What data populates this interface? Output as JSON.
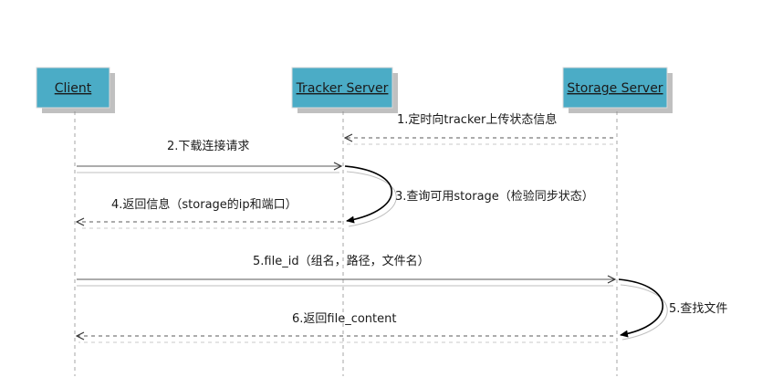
{
  "actors": {
    "client": "Client",
    "tracker": "Tracker Server",
    "storage": "Storage Server"
  },
  "messages": {
    "m1": "1.定时向tracker上传状态信息",
    "m2": "2.下载连接请求",
    "m3": "3.查询可用storage（检验同步状态）",
    "m4": "4.返回信息（storage的ip和端口）",
    "m5": "5.file_id（组名，路径，文件名）",
    "m5b": "5.查找文件",
    "m6": "6.返回file_content"
  },
  "colors": {
    "actor_fill": "#4bacc6",
    "line": "#595959"
  }
}
